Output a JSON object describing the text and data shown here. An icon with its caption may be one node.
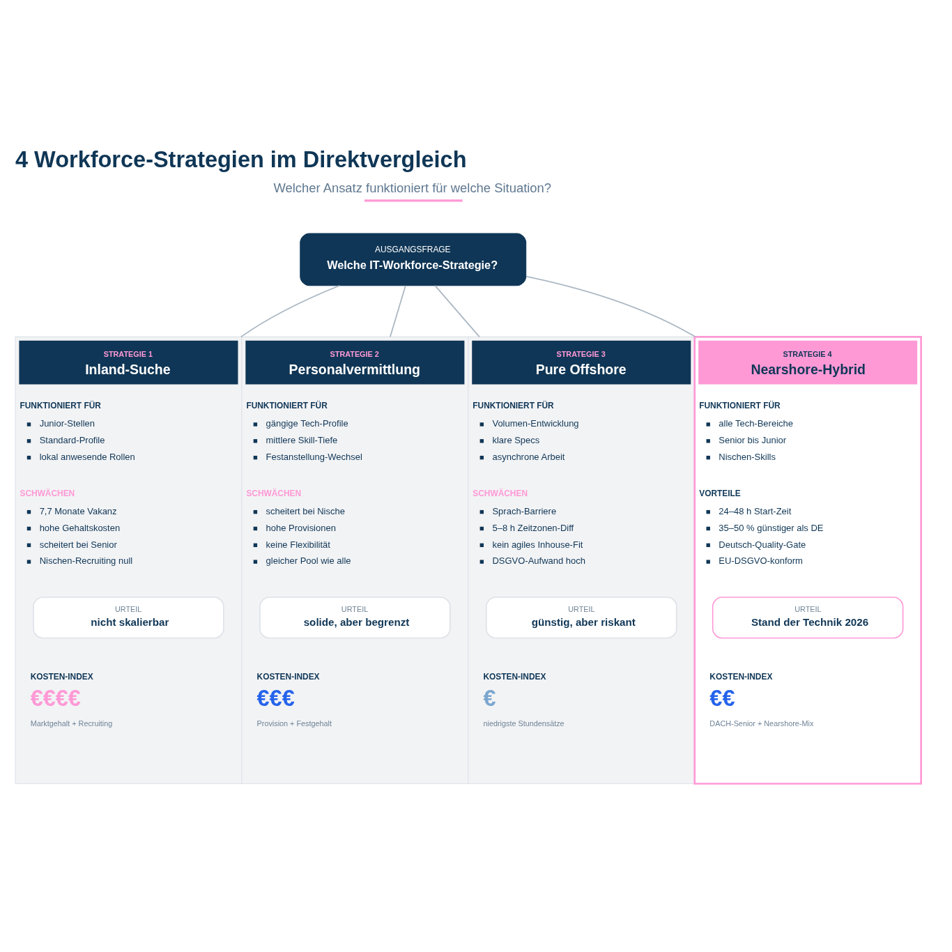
{
  "diagram": {
    "title": "4 Workforce-Strategien im Direktvergleich",
    "nodes": [
      {
        "text": [
          "AUSGANGSFRAGE",
          "Welche IT-Workforce-Strategie?"
        ]
      },
      {
        "text": [
          "STRATEGIE 1",
          "Inland-Suche",
          "FUNKTIONIERT FÜR",
          "Junior-Stellen",
          "Standard-Profile",
          "lokal anwesende Rollen",
          "SCHWÄCHEN",
          "7,7 Monate Vakanz",
          "hohe Gehaltskosten",
          "scheitert bei Senior",
          "Nischen-Recruiting null",
          "KOSTEN-INDEX",
          "€€€€",
          "Marktgehalt + Recruiting"
        ]
      },
      {
        "text": [
          "URTEIL",
          "nicht skalierbar"
        ],
        "in": 1
      },
      {
        "text": [
          "STRATEGIE 2",
          "Personalvermittlung",
          "FUNKTIONIERT FÜR",
          "gängige Tech-Profile",
          "mittlere Skill-Tiefe",
          "Festanstellung-Wechsel",
          "SCHWÄCHEN",
          "scheitert bei Nische",
          "hohe Provisionen",
          "keine Flexibilität",
          "gleicher Pool wie alle",
          "KOSTEN-INDEX",
          "€€€",
          "Provision + Festgehalt"
        ]
      },
      {
        "text": [
          "URTEIL",
          "solide, aber begrenzt"
        ],
        "in": 3
      },
      {
        "text": [
          "STRATEGIE 3",
          "Pure Offshore",
          "FUNKTIONIERT FÜR",
          "Volumen-Entwicklung",
          "klare Specs",
          "asynchrone Arbeit",
          "SCHWÄCHEN",
          "Sprach-Barriere",
          "5–8 h Zeitzonen-Diff",
          "kein agiles Inhouse-Fit",
          "DSGVO-Aufwand hoch",
          "KOSTEN-INDEX",
          "€",
          "niedrigste Stundensätze"
        ]
      },
      {
        "text": [
          "URTEIL",
          "günstig, aber riskant"
        ],
        "in": 5
      },
      {
        "text": [
          "STRATEGIE 4",
          "Nearshore-Hybrid",
          "FUNKTIONIERT FÜR",
          "alle Tech-Bereiche",
          "Senior bis Junior",
          "Nischen-Skills",
          "VORTEILE",
          "24–48 h Start-Zeit",
          "35–50 % günstiger als DE",
          "Deutsch-Quality-Gate",
          "EU-DSGVO-konform",
          "KOSTEN-INDEX",
          "€€",
          "DACH-Senior + Nearshore-Mix"
        ]
      },
      {
        "text": [
          "URTEIL",
          "Stand der Technik 2026"
        ],
        "in": 7
      }
    ],
    "edges": [
      {
        "from": 0,
        "to": 1,
        "arrow": "none"
      },
      {
        "from": 0,
        "to": 3,
        "arrow": "none"
      },
      {
        "from": 0,
        "to": 5,
        "arrow": "none"
      },
      {
        "from": 0,
        "to": 7,
        "arrow": "none"
      }
    ],
    "labels": [
      "Welcher Ansatz funktioniert für welche Situation?"
    ]
  }
}
